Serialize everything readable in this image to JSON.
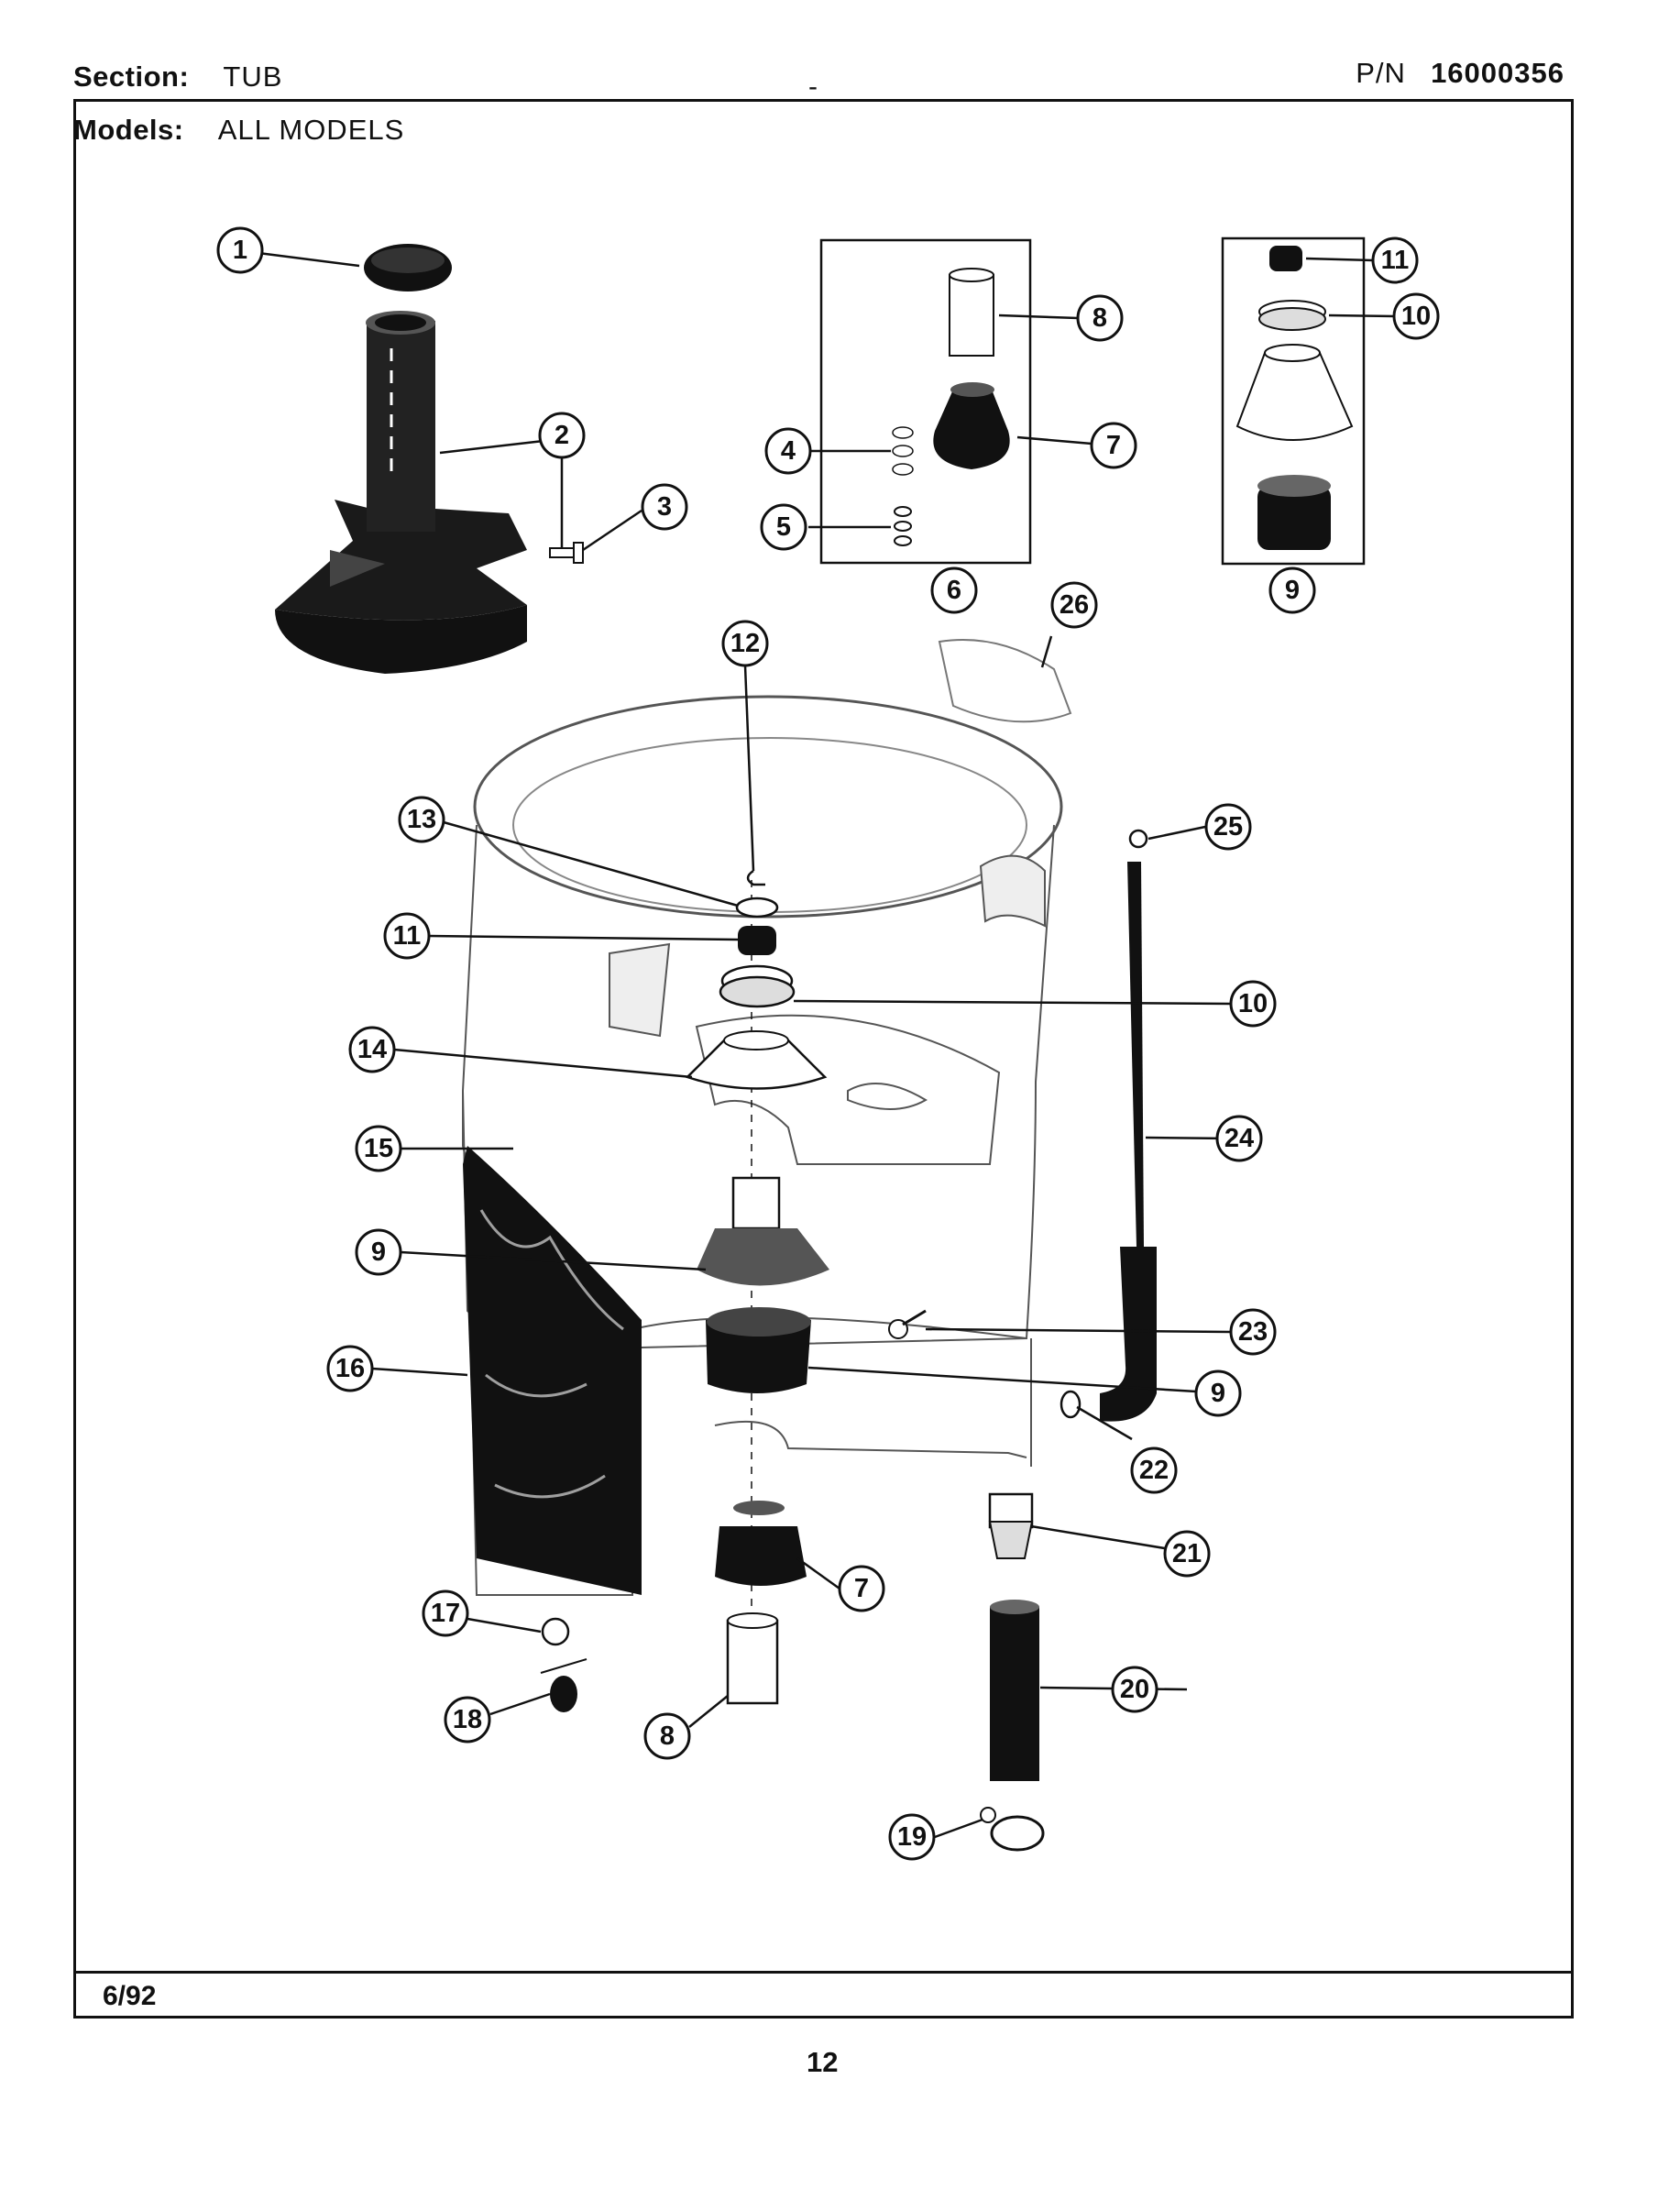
{
  "header": {
    "section_label": "Section:",
    "section_value": "TUB",
    "separator": "-",
    "pn_label": "P/N",
    "pn_value": "16000356",
    "models_label": "Models:",
    "models_value": "ALL MODELS"
  },
  "footer": {
    "date": "6/92",
    "page_number": "12"
  },
  "callouts": [
    "1",
    "2",
    "3",
    "4",
    "5",
    "6",
    "7",
    "8",
    "9",
    "10",
    "11",
    "12",
    "13",
    "14",
    "15",
    "16",
    "17",
    "18",
    "19",
    "20",
    "21",
    "22",
    "23",
    "24",
    "25",
    "26"
  ]
}
